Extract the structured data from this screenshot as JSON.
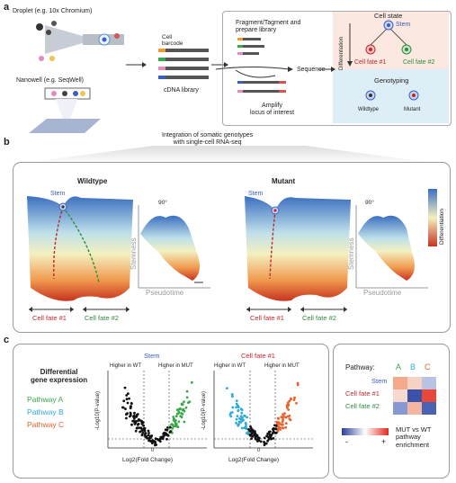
{
  "panels": {
    "a": "a",
    "b": "b",
    "c": "c"
  },
  "a": {
    "droplet_label": "Droplet (e.g. 10x Chromium)",
    "nanowell_label": "Nanowell (e.g. SeqWell)",
    "cell_barcode": "Cell\nbarcode",
    "cdna_library": "cDNA library",
    "fragment_label": "Fragment/Tagment and\nprepare library",
    "amplify_label": "Amplify\nlocus of interest",
    "sequence_label": "Sequence",
    "cell_state_title": "Cell state",
    "stem": "Stem",
    "differentiation": "Differentiation",
    "cell_fate_1": "Cell fate #1",
    "cell_fate_2": "Cell fate #2",
    "genotyping_title": "Genotyping",
    "wildtype": "Wildtype",
    "mutant": "Mutant",
    "colors": {
      "cell_state_bg": "#fbe8e0",
      "genotyping_bg": "#ddeef7",
      "fate1": "#c0272d",
      "fate2": "#2e8b3d",
      "stem": "#3b5fc0"
    }
  },
  "b": {
    "integration_label": "Integration of somatic genotypes\nwith single-cell RNA-seq",
    "wildtype_title": "Wildtype",
    "mutant_title": "Mutant",
    "stem": "Stem",
    "rotation": "90°",
    "stemness": "Stemness",
    "pseudotime": "Pseudotime",
    "cell_fate_1": "Cell fate #1",
    "cell_fate_2": "Cell fate #2",
    "differentiation": "Differentiation"
  },
  "c": {
    "diff_expr_title": "Differential\ngene expression",
    "pathway_a": "Pathway A",
    "pathway_b": "Pathway B",
    "pathway_c": "Pathway C",
    "volcano_stem_title": "Stem",
    "volcano_fate_title": "Cell fate #1",
    "higher_wt": "Higher in WT",
    "higher_mut": "Higher in MUT",
    "ylabel": "-Log10(P-value)",
    "xlabel": "Log2(Fold Change)",
    "zero": "0",
    "pathway_header": "Pathway:",
    "col_a": "A",
    "col_b": "B",
    "col_c": "C",
    "row_stem": "Stem",
    "row_fate1": "Cell fate #1",
    "row_fate2": "Cell fate #2",
    "legend_title": "MUT vs WT\npathway\nenrichment",
    "minus": "-",
    "plus": "+",
    "colors": {
      "a": "#3aa84a",
      "b": "#2eaadc",
      "c": "#e8622a"
    },
    "heatmap": [
      [
        "#f4a98a",
        "#f7d2c2",
        "#b9c3e3"
      ],
      [
        "#f8d9cf",
        "#3a52a8",
        "#e8473a"
      ],
      [
        "#8799d4",
        "#f3b6a3",
        "#4a62b2"
      ]
    ]
  }
}
